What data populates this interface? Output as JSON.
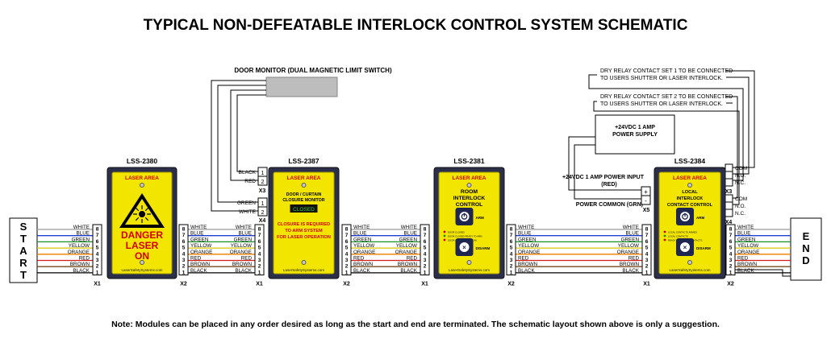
{
  "title": "TYPICAL NON-DEFEATABLE INTERLOCK CONTROL SYSTEM SCHEMATIC",
  "note": "Note:  Modules can be placed in any order desired as long as the start and end are terminated.  The schematic layout shown above is only a suggestion.",
  "wires": {
    "colors": [
      "WHITE",
      "BLUE",
      "GREEN",
      "YELLOW",
      "ORANGE",
      "RED",
      "BROWN",
      "BLACK"
    ],
    "pins": [
      "8",
      "7",
      "6",
      "5",
      "4",
      "3",
      "2",
      "1"
    ],
    "hex": [
      "#999999",
      "#1f3fd0",
      "#1a8f2a",
      "#d9c400",
      "#ee7f00",
      "#d41b1b",
      "#7a4a1f",
      "#000000"
    ]
  },
  "terminals": {
    "x1": "X1",
    "x2": "X2",
    "x3": "X3",
    "x4": "X4",
    "x5": "X5"
  },
  "start": {
    "letters": [
      "S",
      "T",
      "A",
      "R",
      "T"
    ]
  },
  "end": {
    "letters": [
      "E",
      "N",
      "D"
    ]
  },
  "door_monitor": {
    "label": "DOOR MONITOR (DUAL MAGNETIC LIMIT SWITCH)",
    "x3_wires": [
      "BLACK",
      "RED"
    ],
    "x3_pins": [
      "1",
      "2"
    ],
    "x4_wires": [
      "GREEN",
      "WHITE"
    ],
    "x4_pins": [
      "1",
      "2"
    ]
  },
  "relay_notes": {
    "set1": [
      "DRY RELAY CONTACT SET 1 TO BE CONNECTED",
      "TO USERS SHUTTER OR LASER INTERLOCK."
    ],
    "set2": [
      "DRY RELAY CONTACT SET 2 TO BE CONNECTED",
      "TO USERS SHUTTER OR LASER INTERLOCK."
    ]
  },
  "power_supply": {
    "box_label": [
      "+24VDC 1 AMP",
      "POWER SUPPLY"
    ],
    "input_label": [
      "+24VDC 1 AMP POWER INPUT",
      "(RED)"
    ],
    "common_label": "POWER COMMON (GRN)",
    "plus": "+",
    "minus": "-"
  },
  "contacts": [
    "COM",
    "N.O.",
    "N.C."
  ],
  "modules": [
    {
      "id": "LSS-2380",
      "header": "LASER AREA",
      "lines": [
        "DANGER",
        "LASER",
        "ON"
      ],
      "footer": "LaserSafetySystems.com"
    },
    {
      "id": "LSS-2387",
      "header": "LASER AREA",
      "lines": [
        "DOOR / CURTAIN",
        "CLOSURE MONITOR"
      ],
      "display": "CLOSED",
      "body": [
        "CLOSURE IS REQUIRED",
        "TO ARM SYSTEM",
        "FOR LASER OPERATION"
      ],
      "footer": "LaserSafetySystems.com"
    },
    {
      "id": "LSS-2381",
      "header": "LASER AREA",
      "lines": [
        "ROOM",
        "INTERLOCK",
        "CONTROL"
      ],
      "arm": "ARM",
      "disarm": "DISARM",
      "leds": [
        "DOOR CLOSED",
        "DOOR CLOSED READY TO ARM",
        "DOOR ARMED (LASER ON)"
      ],
      "footer": "LaserSafetySystems.com"
    },
    {
      "id": "LSS-2384",
      "header": "LASER AREA",
      "lines": [
        "LOCAL",
        "INTERLOCK",
        "CONTACT CONTROL"
      ],
      "arm": "ARM",
      "disarm": "DISARM",
      "leds": [
        "LOCAL CONTACTS ARMED",
        "LOCAL CONTACTS",
        "READY INTERLOCK CONTACTS"
      ],
      "footer": "LaserSafetySystems.com"
    }
  ]
}
